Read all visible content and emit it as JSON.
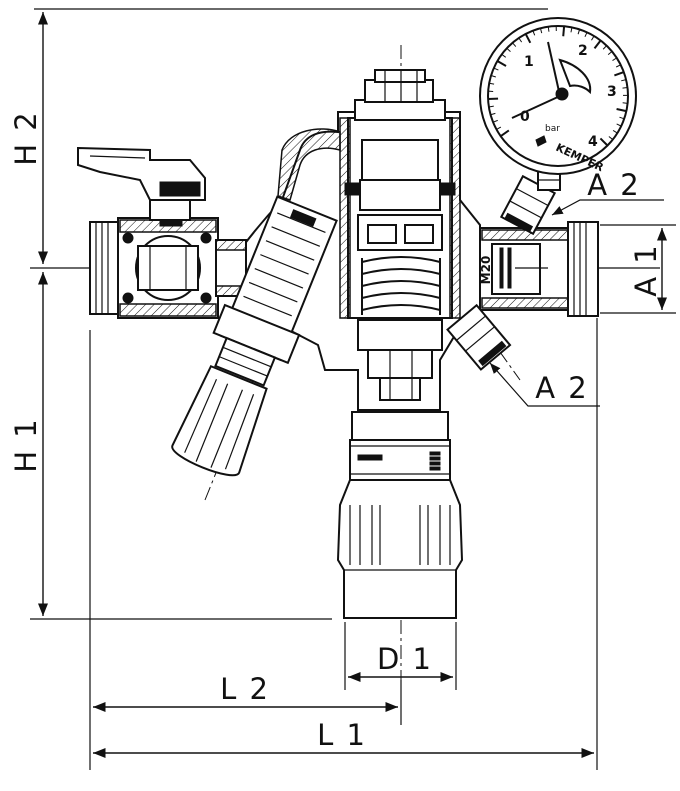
{
  "dimensions": {
    "h2": "H 2",
    "h1": "H 1",
    "a1": "A 1",
    "a2_top": "A 2",
    "a2_bottom": "A 2",
    "d1": "D 1",
    "l2": "L 2",
    "l1": "L 1"
  },
  "gauge": {
    "scale": [
      "0",
      "1",
      "2",
      "3",
      "4"
    ],
    "unit": "bar",
    "brand": "KEMPER"
  },
  "markings": {
    "nut_size": "M20"
  }
}
